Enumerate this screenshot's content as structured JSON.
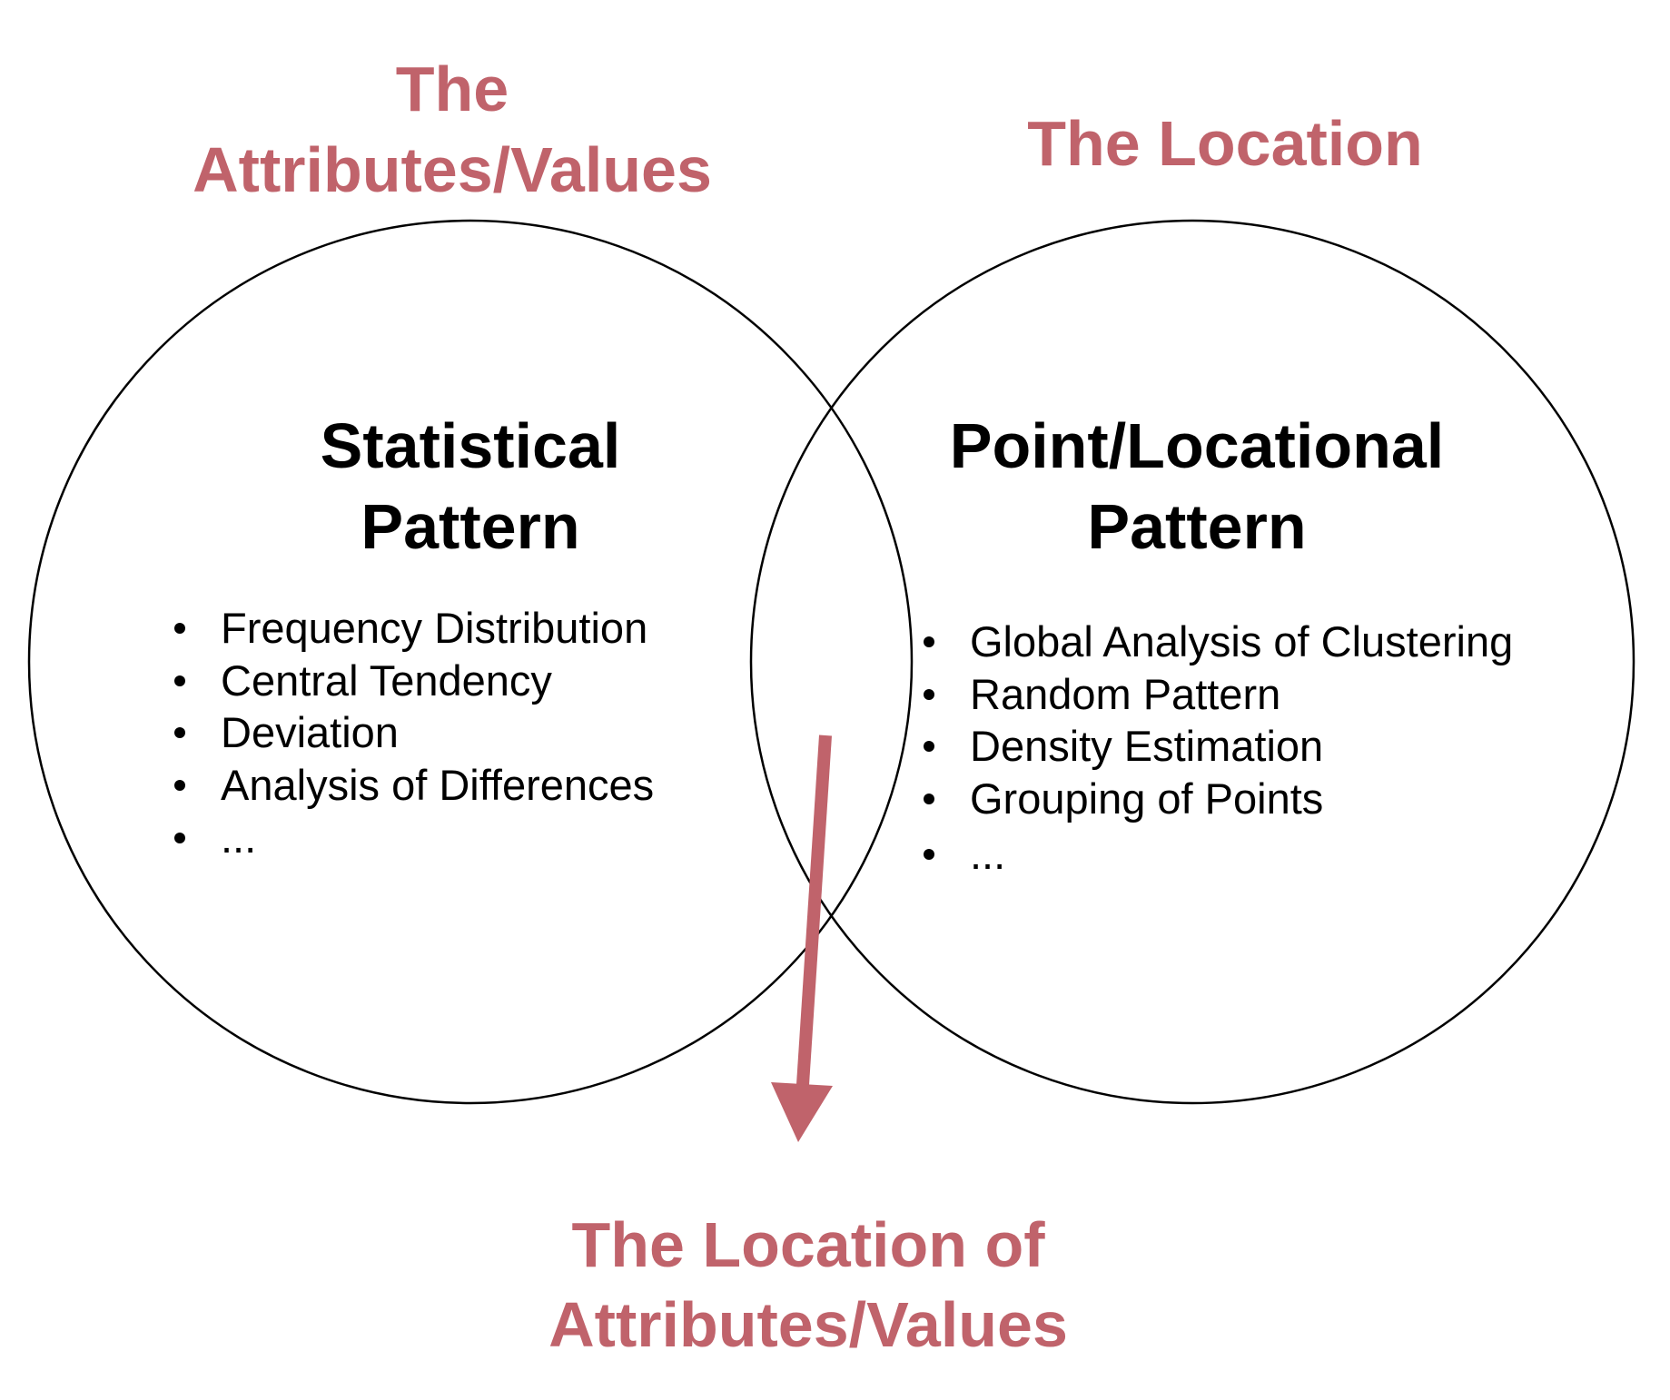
{
  "colors": {
    "accent": "#c0636b",
    "line": "#000000"
  },
  "labels": {
    "left_top": [
      "The",
      "Attributes/Values"
    ],
    "right_top": "The Location",
    "bottom": [
      "The Location of",
      "Attributes/Values"
    ]
  },
  "left_circle": {
    "title": [
      "Statistical",
      "Pattern"
    ],
    "items": [
      "Frequency Distribution",
      "Central Tendency",
      "Deviation",
      "Analysis of Differences",
      "..."
    ]
  },
  "right_circle": {
    "title": [
      "Point/Locational",
      "Pattern"
    ],
    "items": [
      "Global Analysis of Clustering",
      "Random Pattern",
      "Density Estimation",
      "Grouping of Points",
      "..."
    ]
  }
}
